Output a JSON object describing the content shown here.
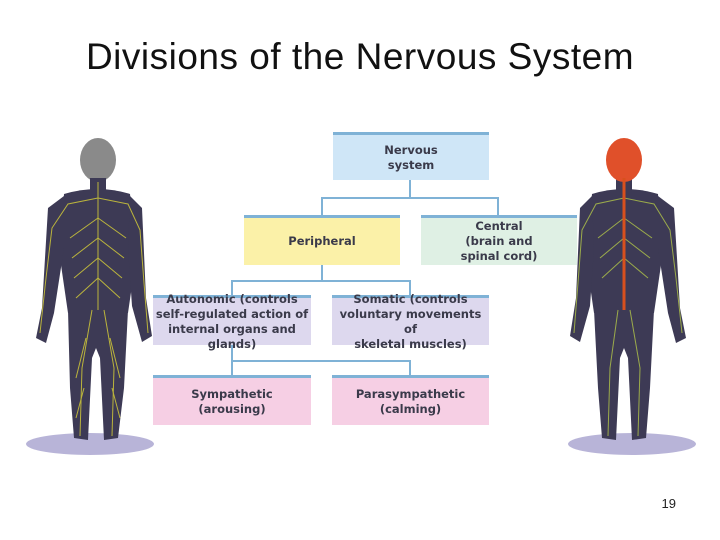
{
  "slide": {
    "title": "Divisions of the Nervous System",
    "page_number": "19"
  },
  "diagram": {
    "nervous_system": "Nervous\nsystem",
    "peripheral": "Peripheral",
    "central": "Central\n(brain and\nspinal cord)",
    "autonomic": "Autonomic (controls\nself-regulated action of\ninternal organs and glands)",
    "somatic": "Somatic (controls\nvoluntary movements of\nskeletal muscles)",
    "sympathetic": "Sympathetic\n(arousing)",
    "parasympathetic": "Parasympathetic\n(calming)"
  },
  "colors": {
    "blue_box": "#cfe6f7",
    "yellow_box": "#fbf1a8",
    "green_box": "#dff0e4",
    "purple_box": "#ddd8ee",
    "pink_box": "#f6cfe4",
    "connector": "#7fb2d6"
  }
}
